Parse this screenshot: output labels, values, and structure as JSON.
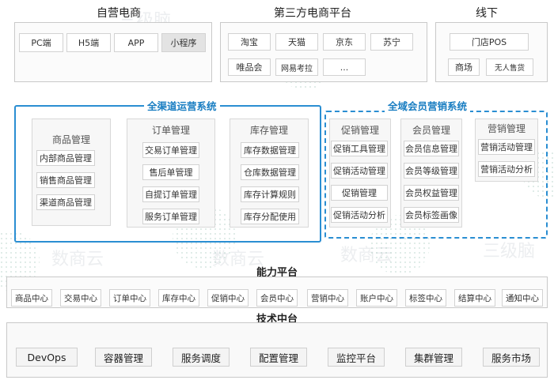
{
  "top": {
    "self": {
      "title": "自营电商",
      "items": [
        "PC端",
        "H5端",
        "APP",
        "小程序"
      ]
    },
    "third": {
      "title": "第三方电商平台",
      "items": [
        "淘宝",
        "天猫",
        "京东",
        "苏宁",
        "唯品会",
        "网易考拉",
        "..."
      ]
    },
    "offline": {
      "title": "线下",
      "items": [
        "门店POS",
        "商场",
        "无人售货"
      ]
    }
  },
  "omni": {
    "title": "全渠道运营系统",
    "goods": {
      "title": "商品管理",
      "items": [
        "内部商品管理",
        "销售商品管理",
        "渠道商品管理"
      ]
    },
    "order": {
      "title": "订单管理",
      "items": [
        "交易订单管理",
        "售后单管理",
        "自提订单管理",
        "服务订单管理"
      ]
    },
    "stock": {
      "title": "库存管理",
      "items": [
        "库存数据管理",
        "仓库数据管理",
        "库存计算规则",
        "库存分配使用"
      ]
    }
  },
  "member": {
    "title": "全域会员营销系统",
    "promo": {
      "title": "促销管理",
      "items": [
        "促销工具管理",
        "促销活动管理",
        "促销管理",
        "促销活动分析"
      ]
    },
    "vip": {
      "title": "会员管理",
      "items": [
        "会员信息管理",
        "会员等级管理",
        "会员权益管理",
        "会员标签画像"
      ]
    },
    "marketing": {
      "title": "营销管理",
      "items": [
        "营销活动管理",
        "营销活动分析"
      ]
    }
  },
  "capability": {
    "title": "能力平台",
    "items": [
      "商品中心",
      "交易中心",
      "订单中心",
      "库存中心",
      "促销中心",
      "会员中心",
      "营销中心",
      "账户中心",
      "标签中心",
      "结算中心",
      "通知中心"
    ]
  },
  "tech": {
    "title": "技术中台",
    "items": [
      "DevOps",
      "容器管理",
      "服务调度",
      "配置管理",
      "监控平台",
      "集群管理",
      "服务市场"
    ]
  },
  "watermark": {
    "text": "数商云",
    "logo_text": "三级脑"
  },
  "colors": {
    "accent_blue": "#1a7ec2",
    "border": "#c9c9c9",
    "gray_box": "#e3e3e3"
  }
}
